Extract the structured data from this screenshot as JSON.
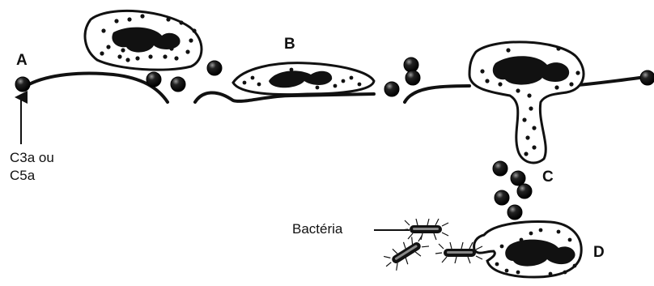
{
  "labels": {
    "a": "A",
    "b": "B",
    "c": "C",
    "d": "D",
    "c3a_line1": "C3a ou",
    "c3a_line2": "C5a",
    "bacteria": "Bactéria"
  },
  "colors": {
    "ink": "#111111",
    "cell_fill": "#ffffff",
    "background": "#ffffff"
  }
}
